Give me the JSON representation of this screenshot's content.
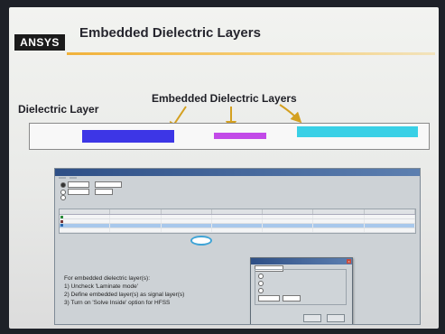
{
  "slide": {
    "logo": "ANSYS",
    "title": "Embedded Dielectric Layers",
    "label_dielectric": "Dielectric Layer",
    "label_embedded": "Embedded Dielectric Layers"
  },
  "instructions": {
    "heading": "For embedded dielectric layer(s):",
    "steps": [
      "1)    Uncheck 'Laminate mode'",
      "2)    Define embedded layer(s) as signal layer(s)",
      "3)    Turn on 'Solve Inside' option for HFSS"
    ]
  },
  "colors": {
    "dielectric_layer": "#3d36e6",
    "embedded_layer_1": "#c24ae8",
    "embedded_layer_2": "#39d0e6",
    "accent_rule": "#f1b23b",
    "logo_bg": "#1b1b1b"
  }
}
